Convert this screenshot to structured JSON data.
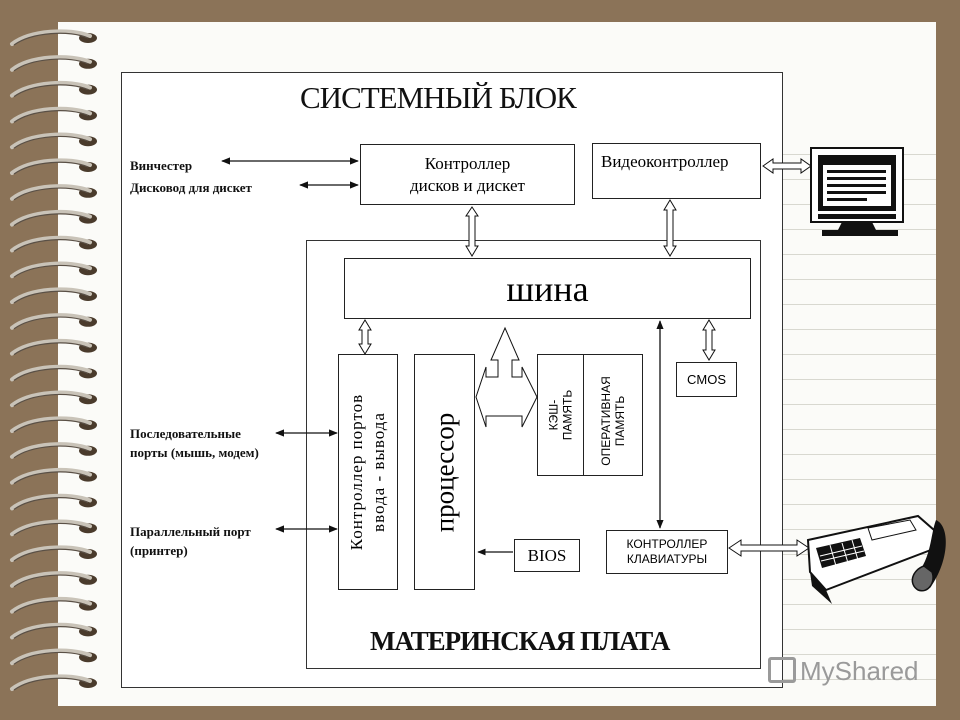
{
  "diagram": {
    "title": "СИСТЕМНЫЙ БЛОК",
    "motherboard_label": "МАТЕРИНСКАЯ ПЛАТА",
    "bus_label": "шина",
    "disk_controller": [
      "Контроллер",
      "дисков и дискет"
    ],
    "video_controller": "Видеоконтроллер",
    "io_controller": [
      "Контроллер портов",
      "ввода - вывода"
    ],
    "processor": "процессор",
    "cache": [
      "КЭШ-",
      "ПАМЯТЬ"
    ],
    "ram": [
      "ОПЕРАТИВНАЯ",
      "ПАМЯТЬ"
    ],
    "cmos": "CMOS",
    "bios": "BIOS",
    "keyboard_controller": [
      "КОНТРОЛЛЕР",
      "КЛАВИАТУРЫ"
    ],
    "left_labels": {
      "hdd": "Винчестер",
      "fdd": "Дисковод для дискет",
      "serial": [
        "Последовательные",
        "порты (мышь, модем)"
      ],
      "parallel": [
        "Параллельный порт",
        "(принтер)"
      ]
    },
    "watermark": "MyShared"
  },
  "colors": {
    "background": "#8b7358",
    "paper": "#fbfbf8",
    "ink": "#111111",
    "watermark": "#9a9a9a"
  }
}
